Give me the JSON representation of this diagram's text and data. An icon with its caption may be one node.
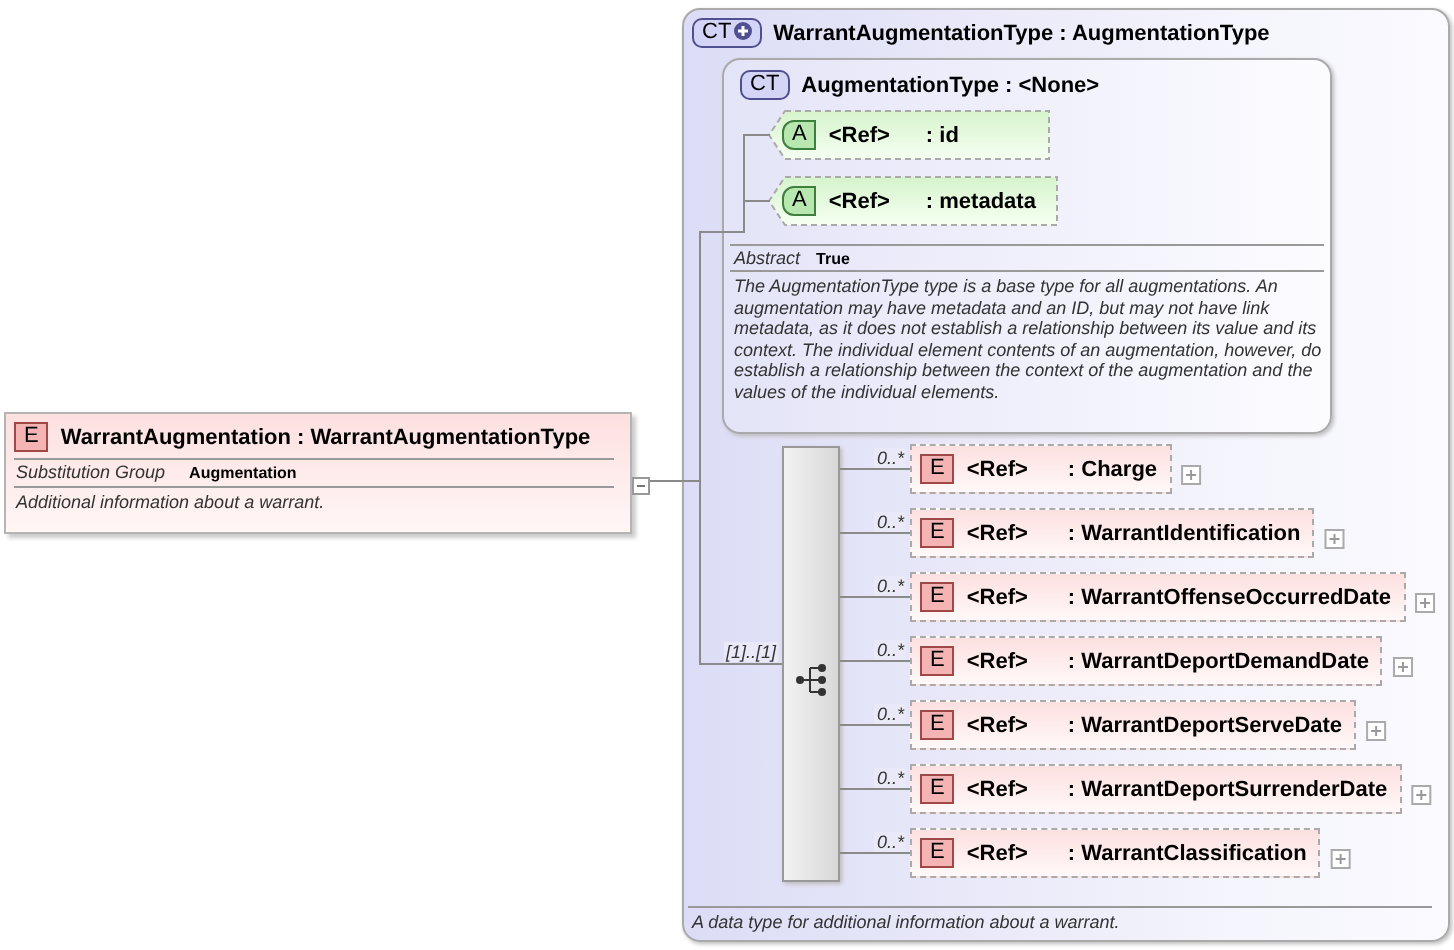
{
  "diagram": {
    "nodes": [
      {
        "text": [
          "E",
          "WarrantAugmentation : WarrantAugmentationType",
          "Substitution Group",
          "Augmentation",
          "Additional information about a warrant."
        ]
      },
      {
        "text": [
          "CT",
          "WarrantAugmentationType : AugmentationType",
          "A data type for additional information about a warrant."
        ]
      },
      {
        "text": [
          "CT",
          "AugmentationType : <None>",
          "Abstract",
          "True",
          "The AugmentationType type is a base type for all augmentations. An augmentation may have metadata and an ID, but may not have link metadata, as it does not establish a relationship between its value and its context. The individual element contents of an augmentation, however, do establish a relationship between the context of the augmentation and the values of the individual elements."
        ],
        "in": 1
      },
      {
        "text": [
          "A",
          "<Ref>",
          ": id"
        ],
        "in": 2
      },
      {
        "text": [
          "A",
          "<Ref>",
          ": metadata"
        ],
        "in": 2
      },
      {
        "text": [],
        "shape": "bar",
        "in": 1
      },
      {
        "text": [
          "E",
          "<Ref>",
          ": Charge"
        ],
        "in": 1
      },
      {
        "text": [
          "E",
          "<Ref>",
          ": WarrantIdentification"
        ],
        "in": 1
      },
      {
        "text": [
          "E",
          "<Ref>",
          ": WarrantOffenseOccurredDate"
        ],
        "in": 1
      },
      {
        "text": [
          "E",
          "<Ref>",
          ": WarrantDeportDemandDate"
        ],
        "in": 1
      },
      {
        "text": [
          "E",
          "<Ref>",
          ": WarrantDeportServeDate"
        ],
        "in": 1
      },
      {
        "text": [
          "E",
          "<Ref>",
          ": WarrantDeportSurrenderDate"
        ],
        "in": 1
      },
      {
        "text": [
          "E",
          "<Ref>",
          ": WarrantClassification"
        ],
        "in": 1
      }
    ],
    "edges": [
      {
        "from": 0,
        "to": 1,
        "arrow": "none"
      },
      {
        "from": 1,
        "to": 3,
        "arrow": "none"
      },
      {
        "from": 1,
        "to": 4,
        "arrow": "none"
      },
      {
        "from": 1,
        "to": 5,
        "arrow": "none",
        "label": "[1]..[1]"
      },
      {
        "from": 5,
        "to": 6,
        "arrow": "none",
        "label": "0..*"
      },
      {
        "from": 5,
        "to": 7,
        "arrow": "none",
        "label": "0..*"
      },
      {
        "from": 5,
        "to": 8,
        "arrow": "none",
        "label": "0..*"
      },
      {
        "from": 5,
        "to": 9,
        "arrow": "none",
        "label": "0..*"
      },
      {
        "from": 5,
        "to": 10,
        "arrow": "none",
        "label": "0..*"
      },
      {
        "from": 5,
        "to": 11,
        "arrow": "none",
        "label": "0..*"
      },
      {
        "from": 5,
        "to": 12,
        "arrow": "none",
        "label": "0..*"
      }
    ]
  }
}
